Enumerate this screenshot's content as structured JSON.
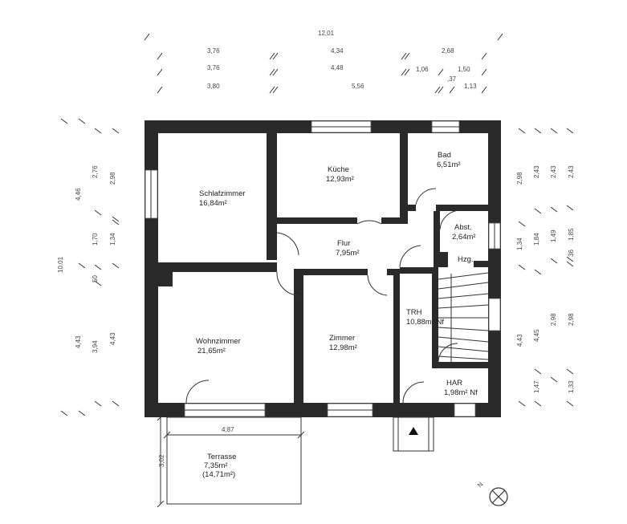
{
  "dims_top": {
    "row0": [
      "12,01"
    ],
    "row1": [
      "3,76",
      "4,34",
      "2,68"
    ],
    "row2": [
      "3,76",
      "4,48",
      "1,06",
      "1,50",
      ",37"
    ],
    "row3": [
      "3,80",
      "5,56",
      "1,13"
    ]
  },
  "dims_left": {
    "col1": [
      "10,01"
    ],
    "col2": [
      "4,46",
      "4,43"
    ],
    "col3": [
      "2,76",
      "1,70",
      "3,94",
      "50"
    ],
    "col4": [
      "2,98",
      "1,34",
      "4,43"
    ]
  },
  "dims_right": {
    "col1": [
      "2,98",
      "1,34",
      "4,43"
    ],
    "col2": [
      "2,43",
      "1,84",
      "4,45",
      "1,47"
    ],
    "col3": [
      "2,43",
      "1,49",
      "2,98"
    ],
    "col4": [
      "2,43",
      "1,85",
      "36",
      "2,98",
      "1,33"
    ]
  },
  "terrace_dims": {
    "width": "4,87",
    "depth": "3,02"
  },
  "rooms": {
    "schlafzimmer": {
      "name": "Schlafzimmer",
      "area": "16,84m²"
    },
    "kueche": {
      "name": "Küche",
      "area": "12,93m²"
    },
    "bad": {
      "name": "Bad",
      "area": "6,51m²"
    },
    "abst": {
      "name": "Abst.",
      "area": "2,64m²"
    },
    "hzg": {
      "name": "Hzg."
    },
    "flur": {
      "name": "Flur",
      "area": "7,95m²"
    },
    "trh": {
      "name": "TRH",
      "area": "10,88m² Nf"
    },
    "wohnzimmer": {
      "name": "Wohnzimmer",
      "area": "21,65m²"
    },
    "zimmer": {
      "name": "Zimmer",
      "area": "12,98m²"
    },
    "har": {
      "name": "HAR",
      "area": "1,98m² Nf"
    },
    "terrasse": {
      "name": "Terrasse",
      "area": "7,35m²",
      "area_alt": "(14,71m²)"
    }
  },
  "compass": {
    "label": "N",
    "icon": "north-arrow-icon"
  }
}
